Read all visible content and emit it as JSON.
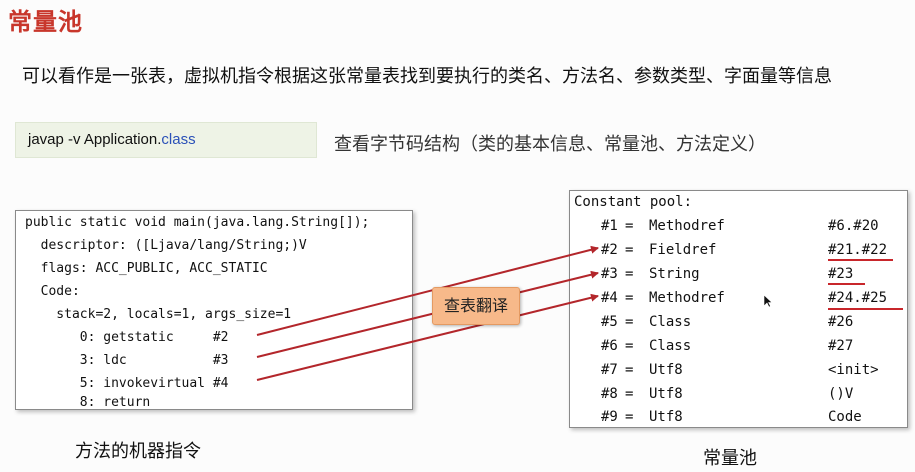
{
  "title": "常量池",
  "intro": "可以看作是一张表，虚拟机指令根据这张常量表找到要执行的类名、方法名、参数类型、字面量等信息",
  "command": {
    "prefix": "javap -v Application.",
    "keyword": "class",
    "description": "查看字节码结构（类的基本信息、常量池、方法定义）"
  },
  "code": {
    "lines": [
      "public static void main(java.lang.String[]);",
      "  descriptor: ([Ljava/lang/String;)V",
      "  flags: ACC_PUBLIC, ACC_STATIC",
      "  Code:",
      "    stack=2, locals=1, args_size=1",
      "       0: getstatic     #2",
      "       3: ldc           #3",
      "       5: invokevirtual #4",
      "       8: return"
    ],
    "caption": "方法的机器指令"
  },
  "pool": {
    "header": "Constant pool:",
    "entries": [
      {
        "index": "#1",
        "type": "Methodref",
        "value": "#6.#20"
      },
      {
        "index": "#2",
        "type": "Fieldref",
        "value": "#21.#22"
      },
      {
        "index": "#3",
        "type": "String",
        "value": "#23"
      },
      {
        "index": "#4",
        "type": "Methodref",
        "value": "#24.#25"
      },
      {
        "index": "#5",
        "type": "Class",
        "value": "#26"
      },
      {
        "index": "#6",
        "type": "Class",
        "value": "#27"
      },
      {
        "index": "#7",
        "type": "Utf8",
        "value": "<init>"
      },
      {
        "index": "#8",
        "type": "Utf8",
        "value": "()V"
      },
      {
        "index": "#9",
        "type": "Utf8",
        "value": "Code"
      }
    ],
    "caption": "常量池"
  },
  "badge": "查表翻译",
  "colors": {
    "title": "#c8362b",
    "arrow": "#b3262b",
    "badge": "#f7b98a",
    "keyword": "#2b51b8"
  }
}
